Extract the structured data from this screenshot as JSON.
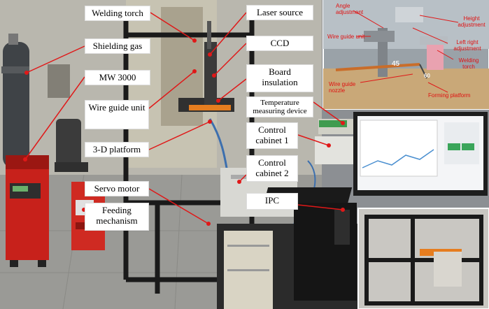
{
  "labels": {
    "welding_torch": "Welding torch",
    "shielding_gas": "Shielding gas",
    "mw3000": "MW 3000",
    "wire_guide_unit": "Wire guide unit",
    "platform_3d": "3-D platform",
    "servo_motor": "Servo motor",
    "feeding_mechanism": "Feeding mechanism",
    "laser_source": "Laser source",
    "ccd": "CCD",
    "board_insulation": "Board insulation",
    "temp_device": "Temperature measuring device",
    "control_cabinet_1": "Control cabinet 1",
    "control_cabinet_2": "Control cabinet 2",
    "ipc": "IPC"
  },
  "inset": {
    "angle_adjustment": "Angle adjustment",
    "height_adjustment": "Height adjustment",
    "left_right_adjustment": "Left right adjustment",
    "wire_guide_unit": "Wire guide unit",
    "welding_torch": "Welding torch",
    "wire_guide_nozzle": "Wire guide nozzle",
    "forming_platform": "Forming platform",
    "angle_45": "45",
    "angle_60": "60"
  },
  "colors": {
    "label_bg": "#ffffff",
    "leader_line": "#e01818",
    "inset_text": "#e01010"
  }
}
